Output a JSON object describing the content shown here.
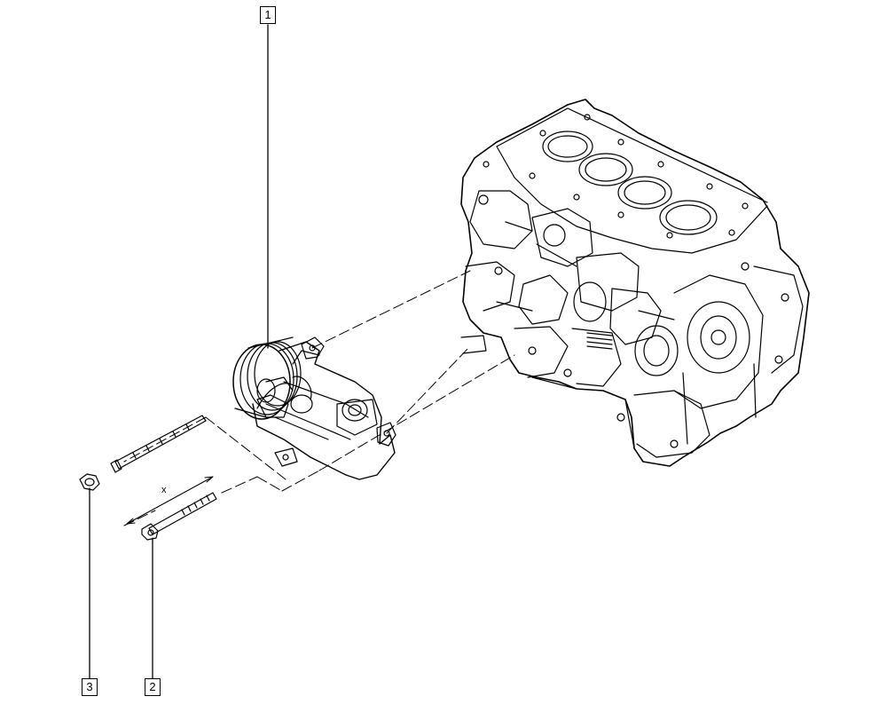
{
  "callouts": [
    {
      "id": "1",
      "label": "1"
    },
    {
      "id": "2",
      "label": "2"
    },
    {
      "id": "3",
      "label": "3"
    }
  ],
  "dimension_label": "x",
  "colors": {
    "line": "#000000",
    "background": "#ffffff"
  }
}
